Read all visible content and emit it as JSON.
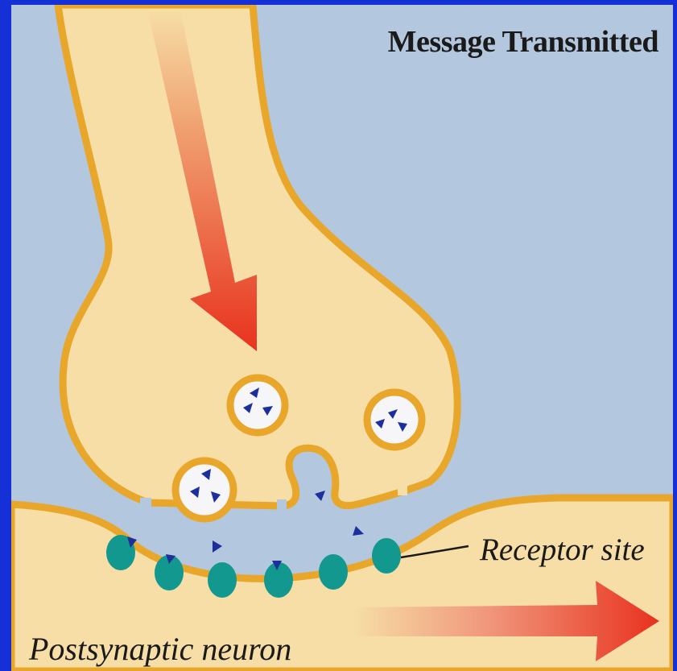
{
  "diagram": {
    "title": "Message Transmitted",
    "labels": {
      "receptor_site": "Receptor site",
      "postsynaptic_neuron": "Postsynaptic neuron"
    },
    "colors": {
      "frame_blue": "#1630d8",
      "background_blue": "#b3c7de",
      "cytoplasm": "#f6dea6",
      "membrane": "#e8a62a",
      "vesicle_interior": "#f6f6f8",
      "neurotransmitter": "#1c2f9a",
      "receptor": "#12988e",
      "arrow_red": "#e8321e"
    },
    "icons": [
      "signal-arrow-down",
      "signal-arrow-right",
      "vesicle",
      "neurotransmitter-triangle",
      "receptor"
    ]
  }
}
